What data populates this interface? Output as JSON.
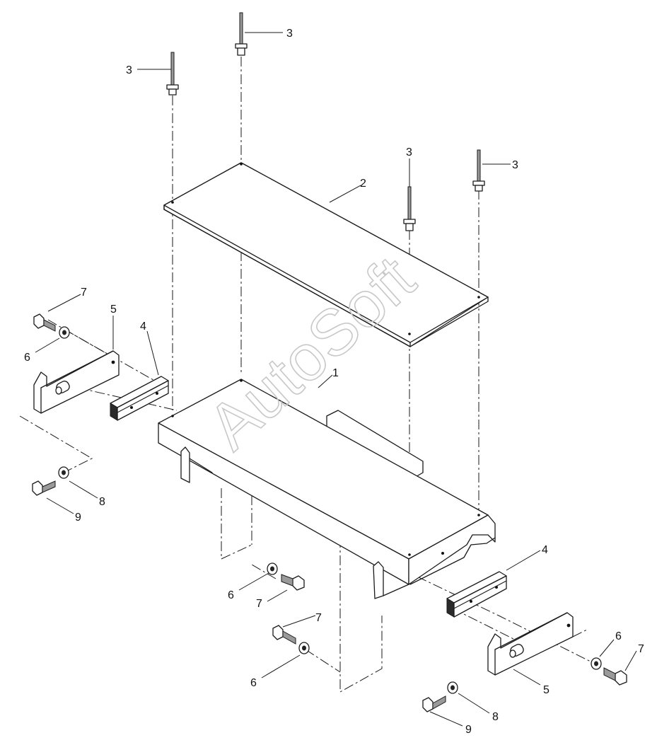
{
  "watermark": "AutoSoft",
  "callouts": {
    "c1": "1",
    "c2": "2",
    "c3a": "3",
    "c3b": "3",
    "c3c": "3",
    "c3d": "3",
    "c4a": "4",
    "c4b": "4",
    "c5a": "5",
    "c5b": "5",
    "c6a": "6",
    "c6b": "6",
    "c6c": "6",
    "c6d": "6",
    "c7a": "7",
    "c7b": "7",
    "c7c": "7",
    "c7d": "7",
    "c8a": "8",
    "c8b": "8",
    "c9a": "9",
    "c9b": "9"
  }
}
